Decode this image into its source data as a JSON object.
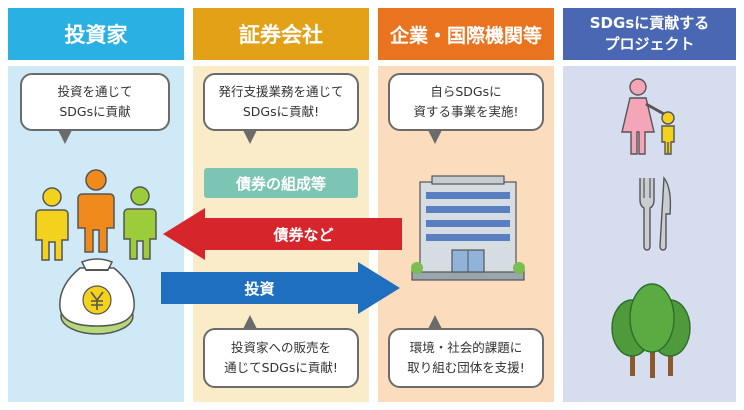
{
  "columns": {
    "investor": {
      "header": "投資家",
      "bubble": "投資を通じて\nSDGsに貢献",
      "icons": [
        "person-yellow-icon",
        "person-orange-icon",
        "person-green-icon",
        "yen-money-bag-icon"
      ]
    },
    "securities": {
      "header": "証券会社",
      "bubble_top": "発行支援業務を通じて\nSDGsに貢献!",
      "bond_label": "債券の組成等",
      "bubble_bottom": "投資家への販売を\n通じてSDGsに貢献!"
    },
    "company": {
      "header": "企業・国際機関等",
      "bubble_top": "自らSDGsに\n資する事業を実施!",
      "bubble_bottom": "環境・社会的課題に\n取り組む団体を支援!",
      "icons": [
        "office-building-icon"
      ]
    },
    "sdgs": {
      "header": "SDGsに貢献する\nプロジェクト",
      "icons": [
        "mother-child-icon",
        "fork-knife-icon",
        "forest-icon"
      ]
    }
  },
  "arrows": {
    "bonds": "債券など",
    "investment": "投資"
  },
  "colors": {
    "investor": "#2bb0e4",
    "securities": "#e3a118",
    "company": "#e9731f",
    "sdgs": "#4a67b3",
    "arrow_left": "#d7262b",
    "arrow_right": "#1e6fc0",
    "bond_pill": "#7cc4b3"
  }
}
